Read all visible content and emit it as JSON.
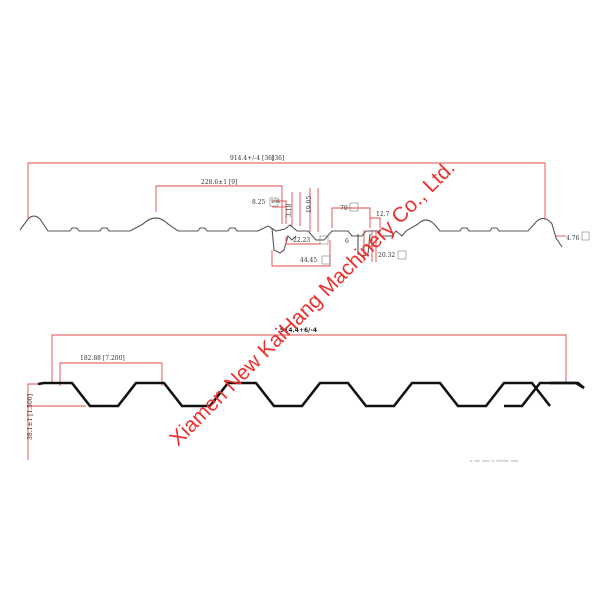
{
  "top_profile": {
    "overall_width": "914.4+/-4 [36]",
    "pitch": "228.6±1 [9]",
    "rib_width": "8.25",
    "rib_height_small": "3.18",
    "rib_height": "19.05",
    "flat_width": "70",
    "dim_12_7": "12.7",
    "dim_22_23": "22.23",
    "dim_44_45": "44.45",
    "dim_20_32": "20.32",
    "dim_6": "6",
    "edge_dim": "4.76"
  },
  "bottom_profile": {
    "overall_width": "914.4+6/-4",
    "pitch": "182.88 [7.200]",
    "height": "38.1±1 [1.500]"
  },
  "watermark": {
    "text": "Xiamen New KaiHang Machinery Co., Ltd.",
    "color": "#e8322f"
  },
  "colors": {
    "dimension_line": "#e04a4a",
    "profile_line": "#111111"
  }
}
